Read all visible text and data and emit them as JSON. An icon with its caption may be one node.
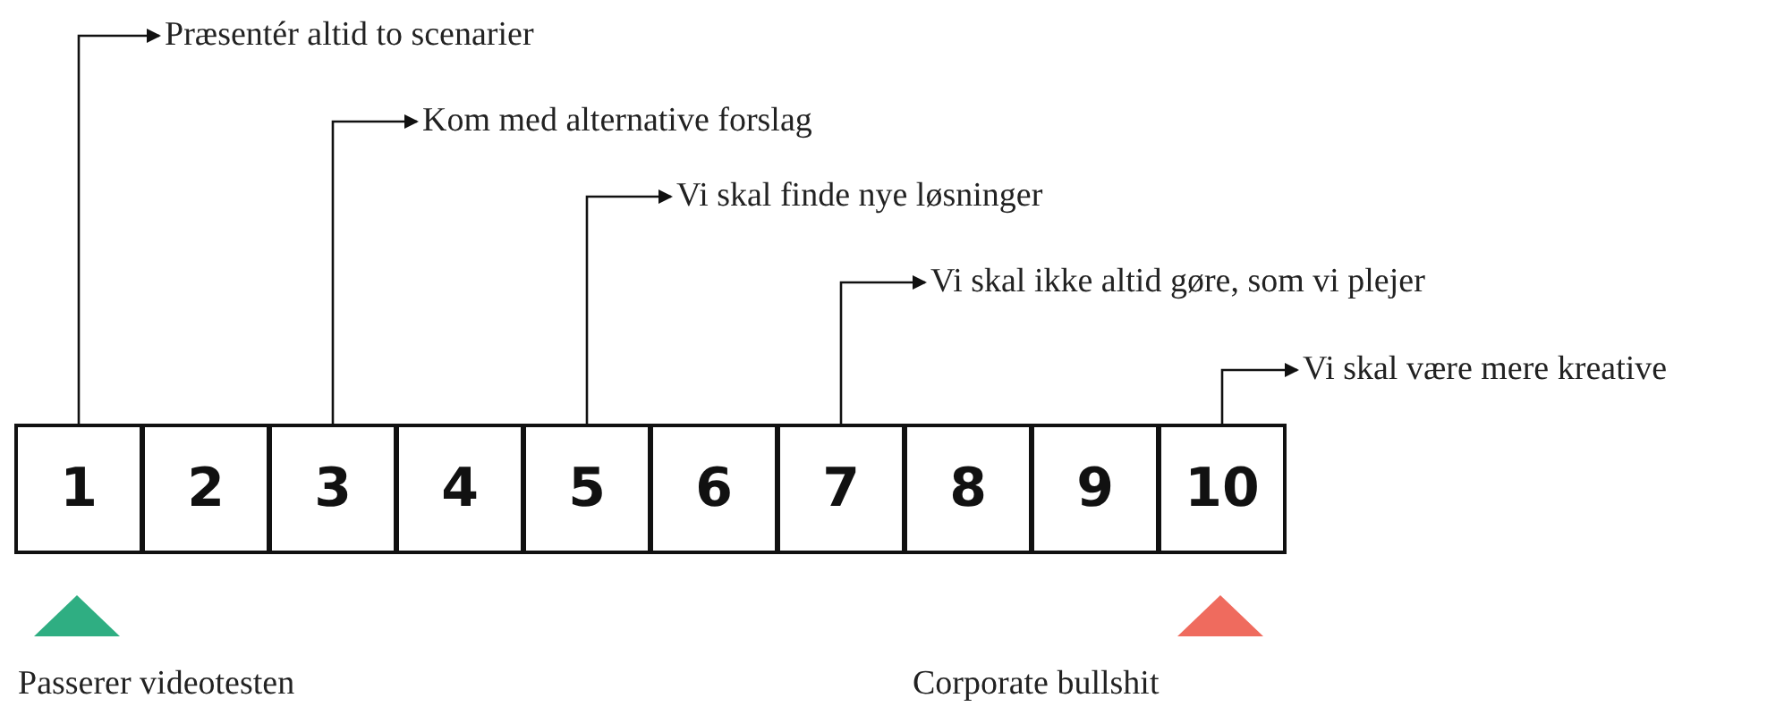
{
  "diagram": {
    "nodes": [
      {
        "text": [
          "1"
        ]
      },
      {
        "text": [
          "2"
        ]
      },
      {
        "text": [
          "3"
        ]
      },
      {
        "text": [
          "4"
        ]
      },
      {
        "text": [
          "5"
        ]
      },
      {
        "text": [
          "6"
        ]
      },
      {
        "text": [
          "7"
        ]
      },
      {
        "text": [
          "8"
        ]
      },
      {
        "text": [
          "9"
        ]
      },
      {
        "text": [
          "10"
        ]
      },
      {
        "text": [
          "Præsentér altid to scenarier"
        ]
      },
      {
        "text": [
          "Kom med alternative forslag"
        ]
      },
      {
        "text": [
          "Vi skal finde nye løsninger"
        ]
      },
      {
        "text": [
          "Vi skal ikke altid gøre, som vi plejer"
        ]
      },
      {
        "text": [
          "Vi skal være mere kreative"
        ]
      }
    ],
    "edges": [
      {
        "from": 0,
        "to": 10,
        "arrow": "to"
      },
      {
        "from": 2,
        "to": 11,
        "arrow": "to"
      },
      {
        "from": 4,
        "to": 12,
        "arrow": "to"
      },
      {
        "from": 6,
        "to": 13,
        "arrow": "to"
      },
      {
        "from": 9,
        "to": 14,
        "arrow": "to"
      }
    ],
    "labels": [
      "Passerer videotesten",
      "Corporate bullshit"
    ]
  }
}
